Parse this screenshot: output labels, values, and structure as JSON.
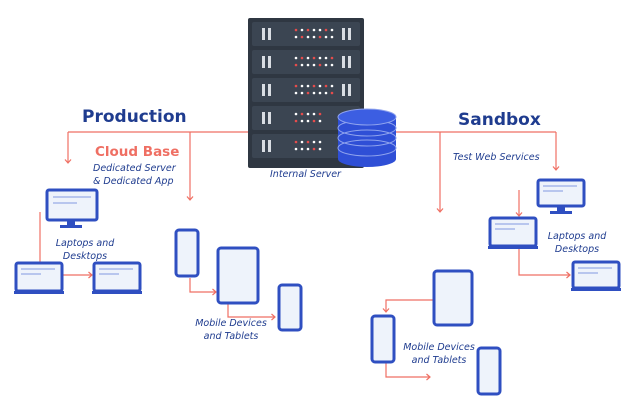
{
  "labels": {
    "production": "Production",
    "sandbox": "Sandbox",
    "cloud_base": "Cloud Base",
    "dedicated_line1": "Dedicated Server",
    "dedicated_line2": "& Dedicated App",
    "internal_server": "Internal Server",
    "test_web_services": "Test Web Services",
    "laptops_left_line1": "Laptops and",
    "laptops_left_line2": "Desktops",
    "laptops_right_line1": "Laptops and",
    "laptops_right_line2": "Desktops",
    "mobile_left_line1": "Mobile Devices",
    "mobile_left_line2": "and Tablets",
    "mobile_right_line1": "Mobile Devices",
    "mobile_right_line2": "and Tablets"
  },
  "colors": {
    "connector": "#ef6f63",
    "device_blue": "#2f4fc1",
    "screen_fill": "#eef3fb",
    "server_dark": "#2f3742",
    "server_unit": "#3b4552",
    "database_blue": "#2f4fd6",
    "title_blue": "#1f3c8f",
    "accent_red": "#ef6f63"
  },
  "icons": [
    "server-rack-icon",
    "database-icon",
    "monitor-icon",
    "laptop-icon",
    "tablet-icon",
    "phone-icon"
  ]
}
